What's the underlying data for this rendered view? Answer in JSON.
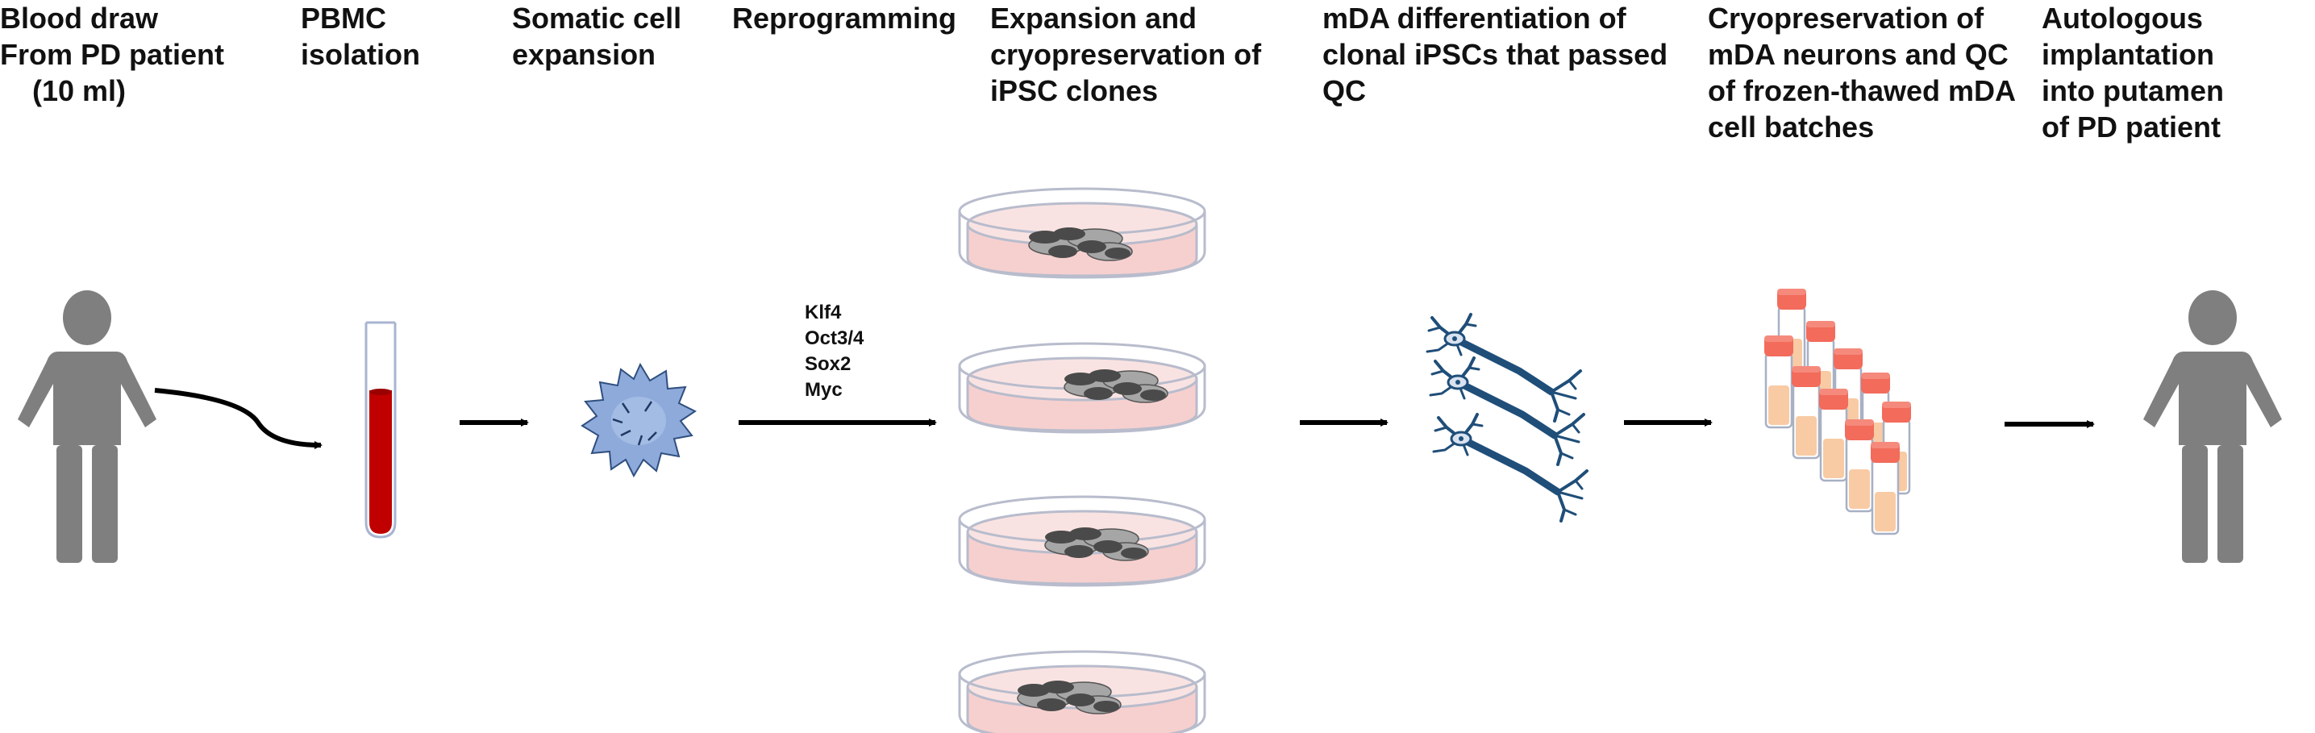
{
  "steps": [
    {
      "lines": [
        "Blood draw",
        "From PD patient",
        "    (10 ml)"
      ]
    },
    {
      "lines": [
        "PBMC",
        "isolation"
      ]
    },
    {
      "lines": [
        "Somatic cell",
        "expansion"
      ]
    },
    {
      "lines": [
        "Reprogramming"
      ]
    },
    {
      "lines": [
        "Expansion and",
        "cryopreservation of",
        "iPSC clones"
      ]
    },
    {
      "lines": [
        "mDA differentiation of",
        "clonal iPSCs that passed",
        "QC"
      ]
    },
    {
      "lines": [
        "Cryopreservation of",
        "mDA neurons and QC",
        "of frozen-thawed mDA",
        "cell batches"
      ]
    },
    {
      "lines": [
        "Autologous",
        "implantation",
        "into putamen",
        "of PD patient"
      ]
    }
  ],
  "reprogramming_factors": [
    "Klf4",
    "Oct3/4",
    "Sox2",
    "Myc"
  ],
  "colors": {
    "figure": "#7f7f7f",
    "blood": "#c00000",
    "dish_medium": "#f6d0cf",
    "cell_dark": "#4a4a4a",
    "cell_light": "#a6a6a6",
    "neuron": "#1f4e79",
    "vial_cap": "#f26b5b",
    "vial_fill": "#f8cba5",
    "somatic_cell": "#8eaadb"
  },
  "icons": [
    "patient-figure-icon",
    "blood-tube-icon",
    "somatic-cell-icon",
    "culture-dish-icon",
    "neuron-icon",
    "cryovial-icon"
  ]
}
